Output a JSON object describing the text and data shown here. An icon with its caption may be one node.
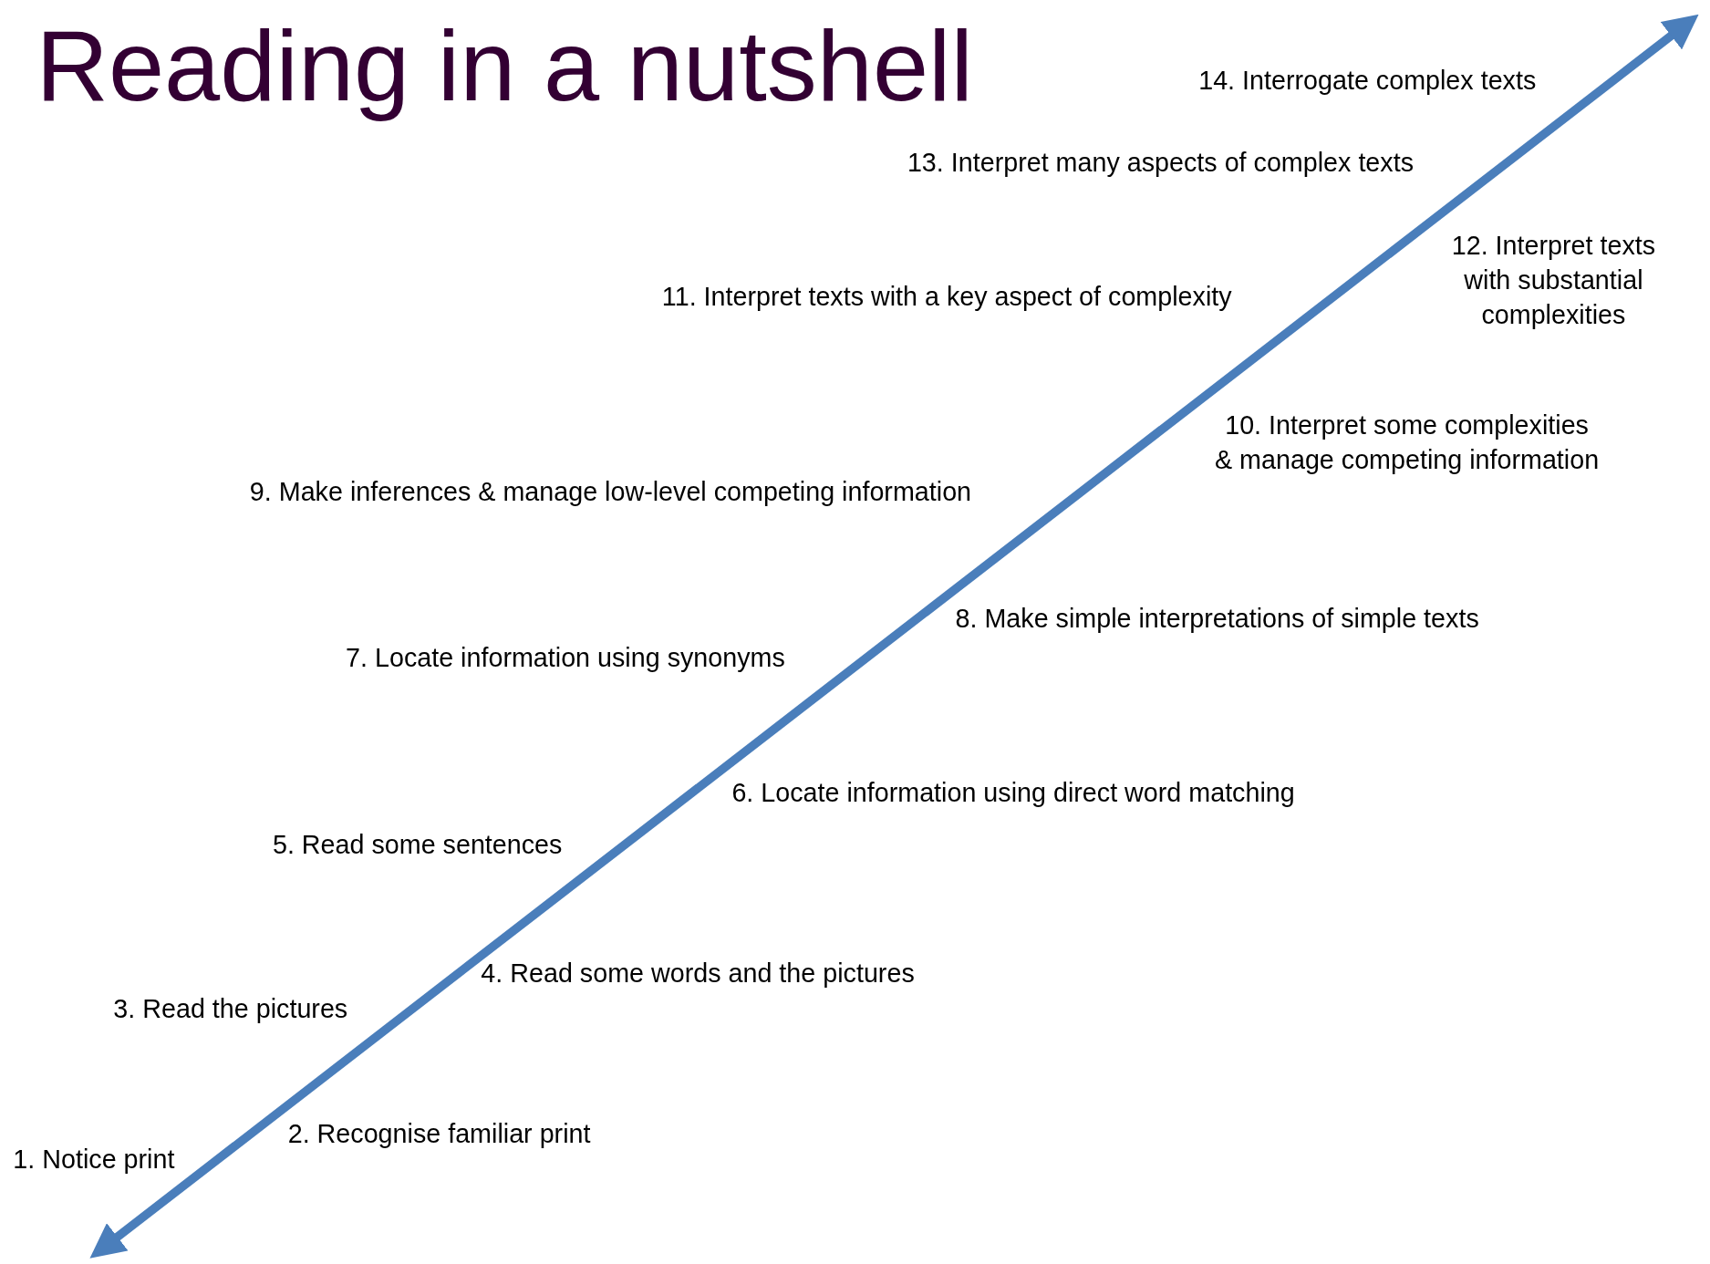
{
  "diagram": {
    "title": "Reading in a nutshell",
    "labels": [
      "1. Notice print",
      "2. Recognise familiar print",
      "3. Read the pictures",
      "4. Read some words and the pictures",
      "5. Read some sentences",
      "6. Locate information using direct word matching",
      "7. Locate information using synonyms",
      "8. Make simple interpretations of simple texts",
      "9. Make inferences & manage low-level competing information",
      "10. Interpret some complexities & manage competing information",
      "11. Interpret texts with a key aspect of complexity",
      "12. Interpret texts with substantial complexities",
      "13. Interpret many aspects of complex texts",
      "14. Interrogate complex texts"
    ]
  }
}
